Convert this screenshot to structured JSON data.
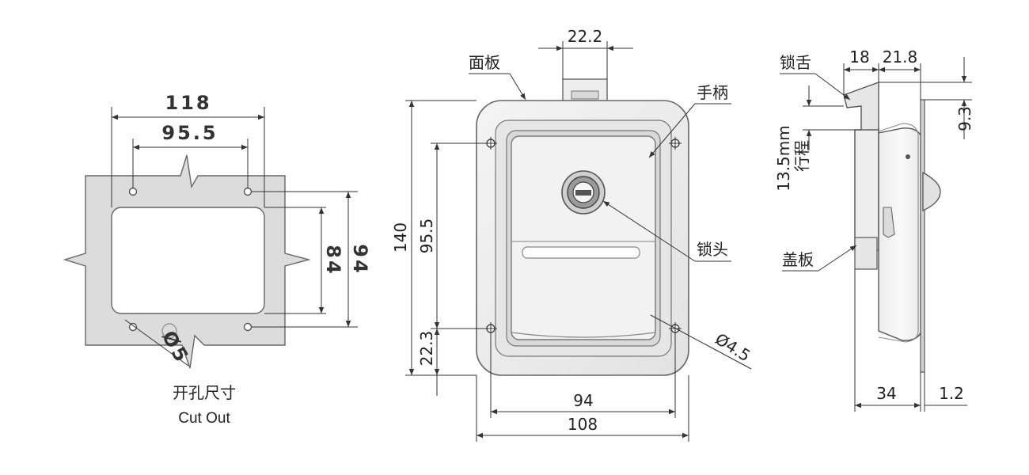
{
  "cutout": {
    "dim_width_outer": "118",
    "dim_width_inner": "95.5",
    "dim_height_outer": "94",
    "dim_height_inner": "84",
    "dim_hole": "Ø5",
    "caption_cn": "开孔尺寸",
    "caption_en": "Cut Out"
  },
  "front": {
    "label_panel": "面板",
    "label_handle": "手柄",
    "label_lock": "锁头",
    "dim_top": "22.2",
    "dim_height_total": "140",
    "dim_height_holes": "95.5",
    "dim_bottom": "22.3",
    "dim_hole": "Ø4.5",
    "dim_width_holes": "94",
    "dim_width_total": "108"
  },
  "side": {
    "label_latch": "锁舌",
    "label_cover": "盖板",
    "dim_18": "18",
    "dim_21_8": "21.8",
    "dim_9_3": "9.3",
    "dim_travel": "13.5mm",
    "label_travel": "行程",
    "dim_34": "34",
    "dim_1_2": "1.2"
  }
}
